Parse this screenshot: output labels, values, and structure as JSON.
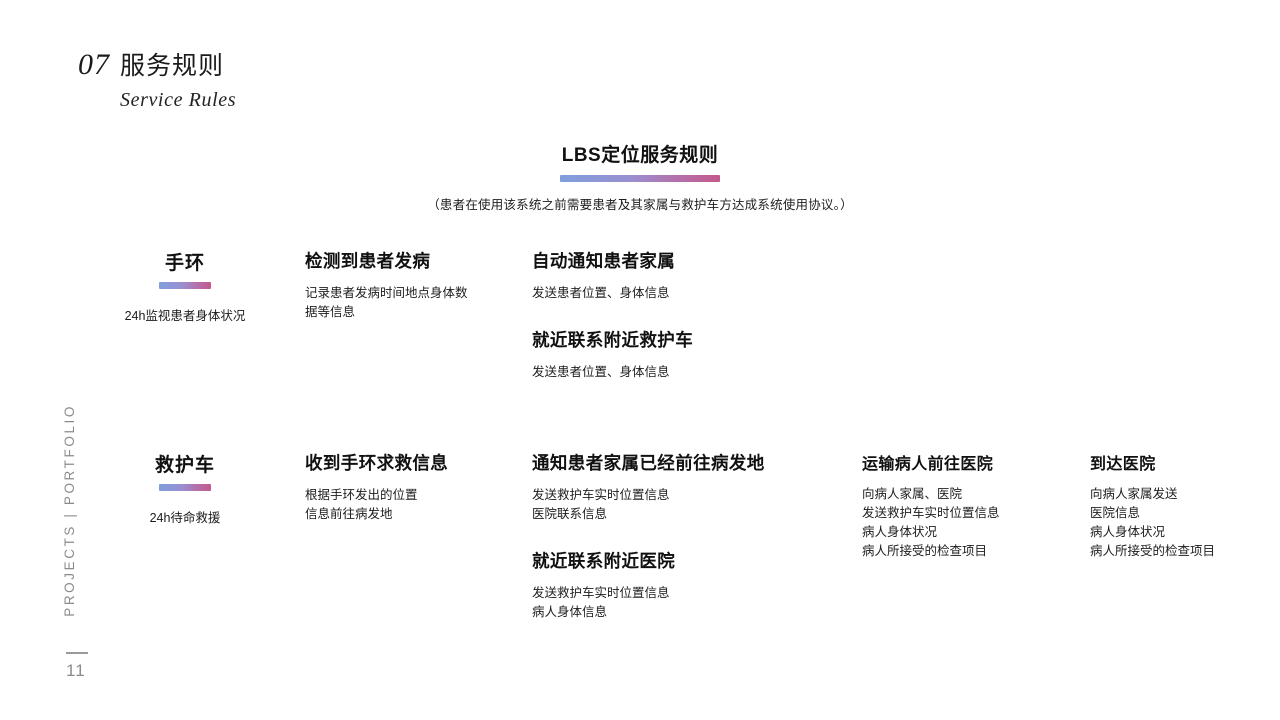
{
  "header": {
    "section_number": "07",
    "section_title_cn": "服务规则",
    "section_title_en": "Service Rules"
  },
  "side_rail": {
    "label": "PROJECTS | PORTFOLIO"
  },
  "footer": {
    "page_number": "11"
  },
  "center": {
    "title": "LBS定位服务规则",
    "subtitle": "（患者在使用该系统之前需要患者及其家属与救护车方达成系统使用协议。）"
  },
  "colors": {
    "gradient_start": "#7f9fdc",
    "gradient_mid": "#9a8ed0",
    "gradient_end": "#c35a8d",
    "text_primary": "#111111",
    "text_muted": "#8b8b8b"
  },
  "rows": [
    {
      "label": {
        "title": "手环",
        "desc": "24h监视患者身体状况"
      },
      "steps": [
        {
          "blocks": [
            {
              "title": "检测到患者发病",
              "lines": [
                "记录患者发病时间地点身体数",
                "据等信息"
              ]
            }
          ]
        },
        {
          "blocks": [
            {
              "title": "自动通知患者家属",
              "lines": [
                "发送患者位置、身体信息"
              ]
            },
            {
              "title": "就近联系附近救护车",
              "lines": [
                "发送患者位置、身体信息"
              ]
            }
          ]
        }
      ]
    },
    {
      "label": {
        "title": "救护车",
        "desc": "24h待命救援"
      },
      "steps": [
        {
          "blocks": [
            {
              "title": "收到手环求救信息",
              "lines": [
                "根据手环发出的位置",
                "信息前往病发地"
              ]
            }
          ]
        },
        {
          "blocks": [
            {
              "title": "通知患者家属已经前往病发地",
              "lines": [
                "发送救护车实时位置信息",
                "医院联系信息"
              ]
            },
            {
              "title": "就近联系附近医院",
              "lines": [
                "发送救护车实时位置信息",
                "病人身体信息"
              ]
            }
          ]
        },
        {
          "blocks": [
            {
              "title": "运输病人前往医院",
              "lines": [
                "向病人家属、医院",
                "发送救护车实时位置信息",
                "病人身体状况",
                "病人所接受的检查项目"
              ]
            }
          ]
        },
        {
          "blocks": [
            {
              "title": "到达医院",
              "lines": [
                "向病人家属发送",
                "医院信息",
                "病人身体状况",
                "病人所接受的检查项目"
              ]
            }
          ]
        }
      ]
    }
  ]
}
